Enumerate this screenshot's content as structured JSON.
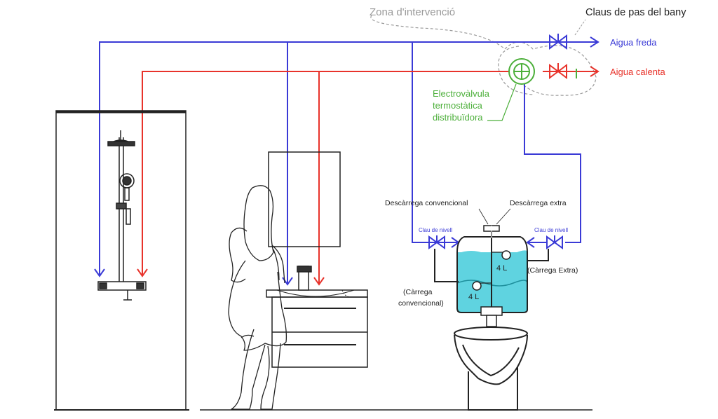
{
  "colors": {
    "cold": "#3a3ad6",
    "hot": "#e8332b",
    "valve_green": "#4caf3a",
    "water": "#5fd3e0",
    "line": "#222222",
    "zone_gray": "#9a9a9a"
  },
  "labels": {
    "zone": "Zona d'intervenció",
    "bathroom_valves": "Claus de pas del bany",
    "cold_water": "Aigua freda",
    "hot_water": "Aigua calenta",
    "electrovalve_l1": "Electrovàlvula",
    "electrovalve_l2": "termostàtica",
    "electrovalve_l3": "distribuïdora",
    "discharge_conventional": "Descàrrega convencional",
    "discharge_extra": "Descàrrega extra",
    "level_valve_left": "Clau de nivell",
    "level_valve_right": "Clau de nivell",
    "load_extra": "(Càrrega Extra)",
    "load_conv_l1": "(Càrrega",
    "load_conv_l2": "convencional)",
    "volume_top": "4 L",
    "volume_bottom": "4 L"
  },
  "icons": [
    "gate-valve-icon",
    "electrovalve-icon",
    "arrow-down-icon",
    "arrow-right-icon",
    "arrow-left-icon"
  ]
}
